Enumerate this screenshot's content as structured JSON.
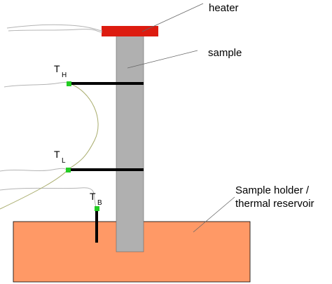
{
  "labels": {
    "heater": "heater",
    "sample": "sample",
    "holder_line1": "Sample holder /",
    "holder_line2": "thermal reservoir"
  },
  "thermocouples": [
    {
      "letter": "T",
      "subscript": "H"
    },
    {
      "letter": "T",
      "subscript": "L"
    },
    {
      "letter": "T",
      "subscript": "B"
    }
  ],
  "colors": {
    "heater": "#dd1c10",
    "sample": "#b0b0b0",
    "reservoir": "#ff9966",
    "junction": "#22cc22",
    "wire_gray": "#b4b4b4",
    "wire_olive": "#a8ac6c",
    "leader": "#666666",
    "rod": "#000000"
  }
}
